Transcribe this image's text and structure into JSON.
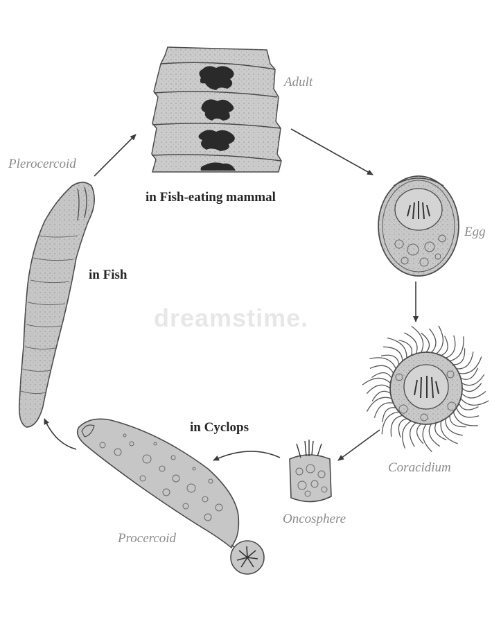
{
  "stages": {
    "adult": "Adult",
    "egg": "Egg",
    "coracidium": "Coracidium",
    "oncosphere": "Oncosphere",
    "procercoid": "Procercoid",
    "plerocercoid": "Plerocercoid"
  },
  "hosts": {
    "mammal": "in Fish-eating mammal",
    "fish": "in Fish",
    "cyclops": "in Cyclops"
  },
  "watermark": "dreamstime.",
  "colors": {
    "body_fill": "#c4c4c4",
    "light_fill": "#cfcfcf",
    "outline": "#4a4a4a",
    "organ": "#2a2a2a",
    "arrow": "#3a3a3a",
    "stage_label": "#8a8a8a",
    "host_label": "#262626"
  }
}
